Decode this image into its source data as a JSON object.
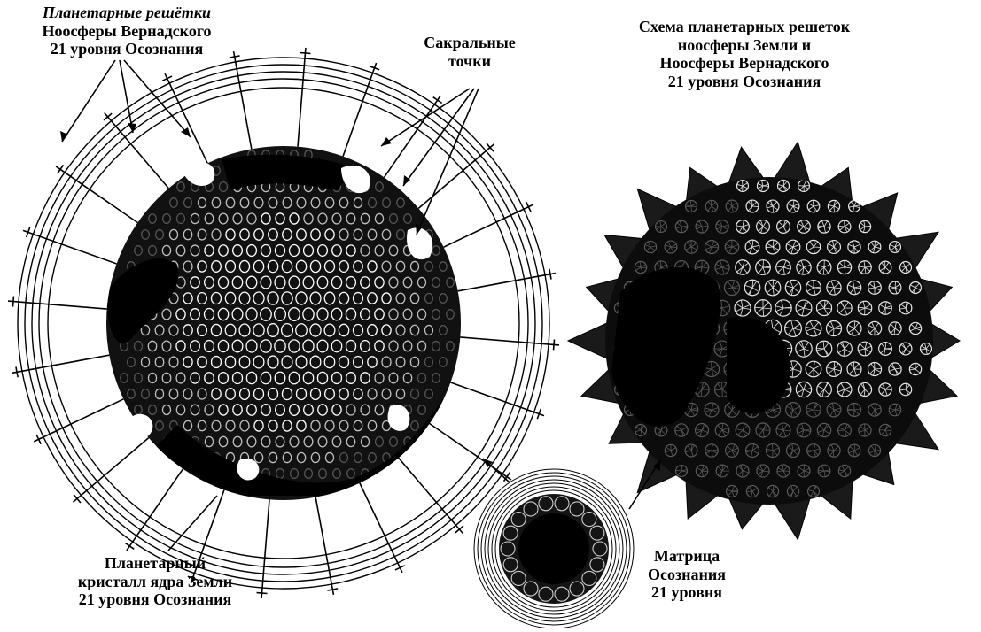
{
  "labels": {
    "noosphere_grids": {
      "lines": [
        "Планетарные решётки",
        "Ноосферы Вернадского",
        "21 уровня Осознания"
      ]
    },
    "sacral_points": {
      "lines": [
        "Сакральные",
        "точки"
      ]
    },
    "scheme_title": {
      "lines": [
        "Схема планетарных решеток",
        "ноосферы Земли и",
        "Ноосферы Вернадского",
        "21 уровня Осознания"
      ]
    },
    "core_crystal": {
      "lines": [
        "Планетарный",
        "кристалл ядра Земли",
        "21 уровня Осознания"
      ]
    },
    "matrix": {
      "lines": [
        "Матрица",
        "Осознания",
        "21 уровня"
      ]
    }
  },
  "colors": {
    "ink": "#000000",
    "paper": "#ffffff"
  },
  "icons": {
    "left_sphere": "geodesic-sphere-with-rings",
    "right_sphere": "spiked-geodesic-sphere",
    "center_matrix": "concentric-ring-matrix"
  }
}
